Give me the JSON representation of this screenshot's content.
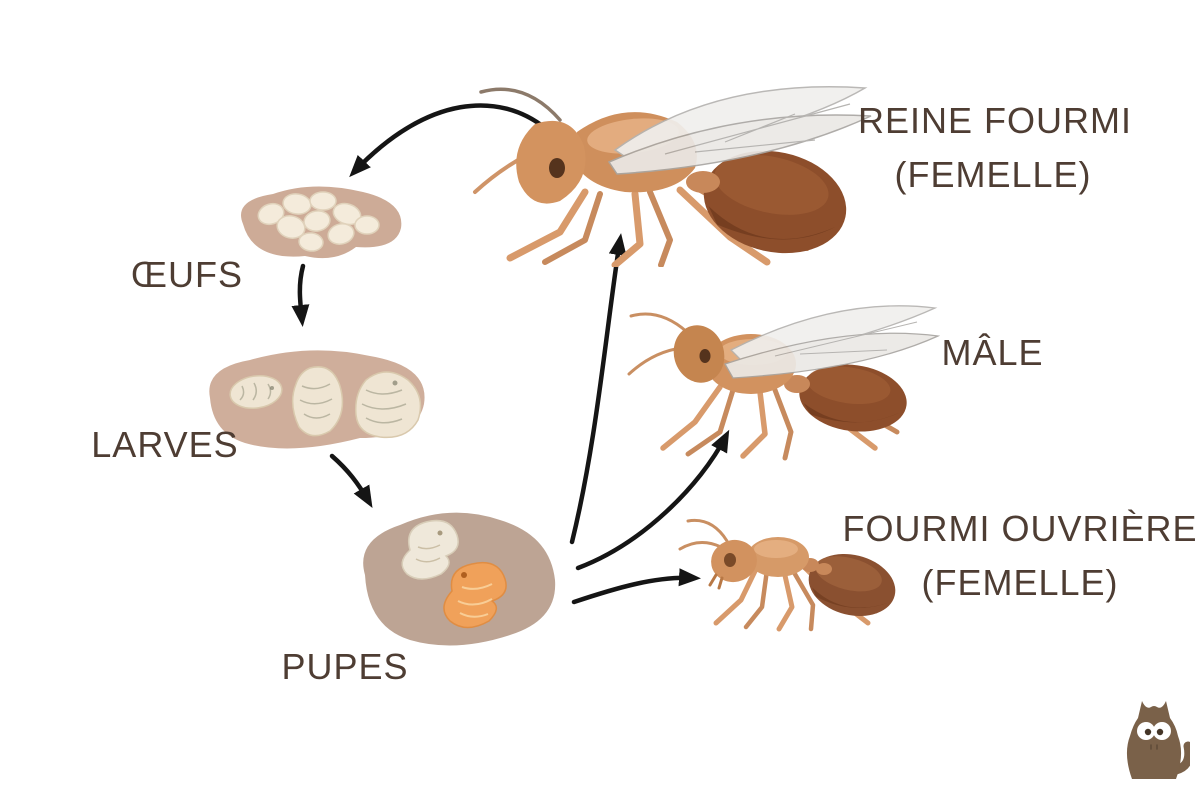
{
  "diagram": {
    "subject": "ant-life-cycle",
    "stages": {
      "oeufs": {
        "label": "ŒUFS"
      },
      "larves": {
        "label": "LARVES"
      },
      "pupes": {
        "label": "PUPES"
      }
    },
    "adults": {
      "reine": {
        "label_line1": "REINE FOURMI",
        "label_line2": "(FEMELLE)"
      },
      "male": {
        "label_line1": "MÂLE"
      },
      "ouvriere": {
        "label_line1": "FOURMI OUVRIÈRE",
        "label_line2": "(FEMELLE)"
      }
    },
    "colors": {
      "text": "#4e3d33",
      "arrow": "#151515",
      "substrate_blob": "#cdab97",
      "egg_cream": "#f4ebdb",
      "ant_body_tan": "#d2925f",
      "ant_abdomen_brown": "#8d4e2b",
      "wing_gray": "#efeeec",
      "pupa_orange": "#f0a15a",
      "logo_brown": "#7a6149"
    },
    "logo": {
      "icon": "cat-mascot-icon"
    }
  }
}
